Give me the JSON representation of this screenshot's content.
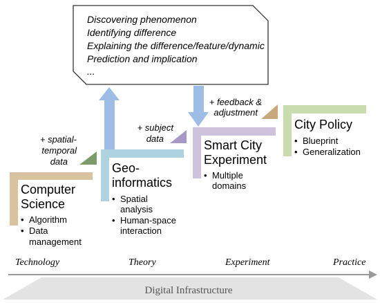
{
  "callout": {
    "lines": [
      "Discovering phenomenon",
      "Identifying difference",
      "Explaining the difference/feature/dynamic",
      "Prediction and implication",
      "..."
    ]
  },
  "stages": [
    {
      "title_lines": [
        "Computer",
        "Science"
      ],
      "bullets": [
        [
          "Algorithm"
        ],
        [
          "Data",
          "management"
        ]
      ],
      "color": "#d8c29f"
    },
    {
      "title_lines": [
        "Geo-",
        "informatics"
      ],
      "bullets": [
        [
          "Spatial",
          "analysis"
        ],
        [
          "Human-space",
          "interaction"
        ]
      ],
      "color": "#aed2df"
    },
    {
      "title_lines": [
        "Smart City",
        "Experiment"
      ],
      "bullets": [
        [
          "Multiple",
          "domains"
        ]
      ],
      "color": "#cfc2dc"
    },
    {
      "title_lines": [
        "City Policy"
      ],
      "bullets": [
        [
          "Blueprint"
        ],
        [
          "Generalization"
        ]
      ],
      "color": "#c8dcae"
    }
  ],
  "inputs": [
    {
      "lines": [
        "+ spatial-",
        "temporal",
        "data"
      ]
    },
    {
      "lines": [
        "+ subject",
        "data"
      ]
    },
    {
      "lines": [
        "+ feedback &",
        "adjustment"
      ]
    }
  ],
  "axis_labels": [
    "Technology",
    "Theory",
    "Experiment",
    "Practice"
  ],
  "foundation": {
    "label": "Digital Infrastructure"
  },
  "colors": {
    "arrow_blue": "#9dbde6",
    "tri_green": "#7e9b6a",
    "tri_purple": "#a898c5",
    "tri_tan": "#c9a97c",
    "foundation_gray": "#e3e3e3",
    "axis": "#999999"
  }
}
